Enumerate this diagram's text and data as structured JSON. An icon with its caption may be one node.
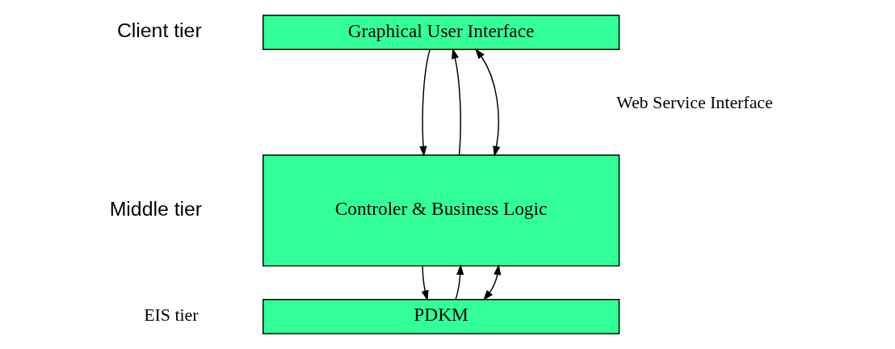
{
  "diagram": {
    "nodes": [
      {
        "text": [
          "Graphical User Interface"
        ]
      },
      {
        "text": [
          "Controler & Business Logic"
        ]
      },
      {
        "text": [
          "PDKM"
        ]
      }
    ],
    "edges": [
      {
        "from": 0,
        "to": 1,
        "arrow": "to"
      },
      {
        "from": 1,
        "to": 0,
        "arrow": "to"
      },
      {
        "from": 0,
        "to": 1,
        "arrow": "both"
      },
      {
        "from": 1,
        "to": 2,
        "arrow": "to"
      },
      {
        "from": 2,
        "to": 1,
        "arrow": "to"
      },
      {
        "from": 1,
        "to": 2,
        "arrow": "both"
      }
    ],
    "labels": [
      "Client tier",
      "Web Service Interface",
      "Middle tier",
      "EIS tier"
    ]
  }
}
